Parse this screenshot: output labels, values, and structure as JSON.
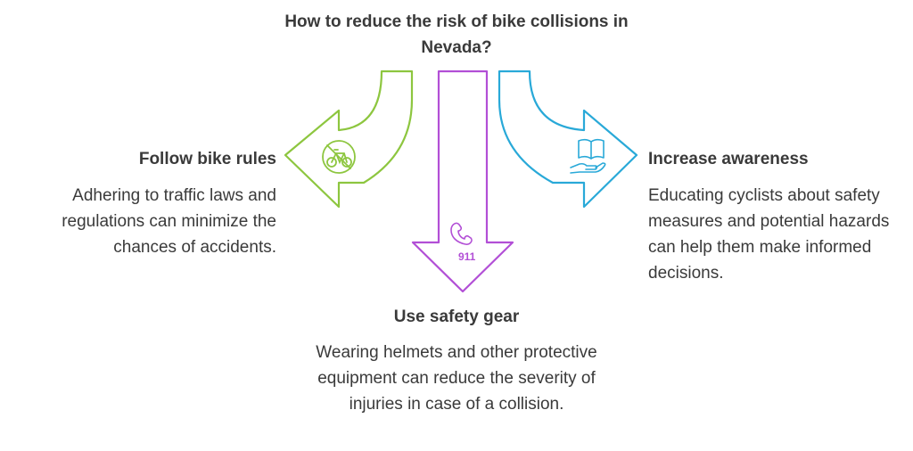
{
  "title": "How to reduce the risk of bike collisions in Nevada?",
  "branches": {
    "left": {
      "heading": "Follow bike rules",
      "body": "Adhering to traffic laws and regulations can minimize the chances of accidents.",
      "icon": "no-bicycle-icon",
      "color": "#8dc63f"
    },
    "center": {
      "heading": "Use safety gear",
      "body": "Wearing helmets and other protective equipment can reduce the severity of injuries in case of a collision.",
      "icon": "phone-911-icon",
      "icon_text": "911",
      "color": "#b24fd6"
    },
    "right": {
      "heading": "Increase awareness",
      "body": "Educating cyclists about safety measures and potential hazards can help them make informed decisions.",
      "icon": "book-in-hand-icon",
      "color": "#29a9d8"
    }
  }
}
